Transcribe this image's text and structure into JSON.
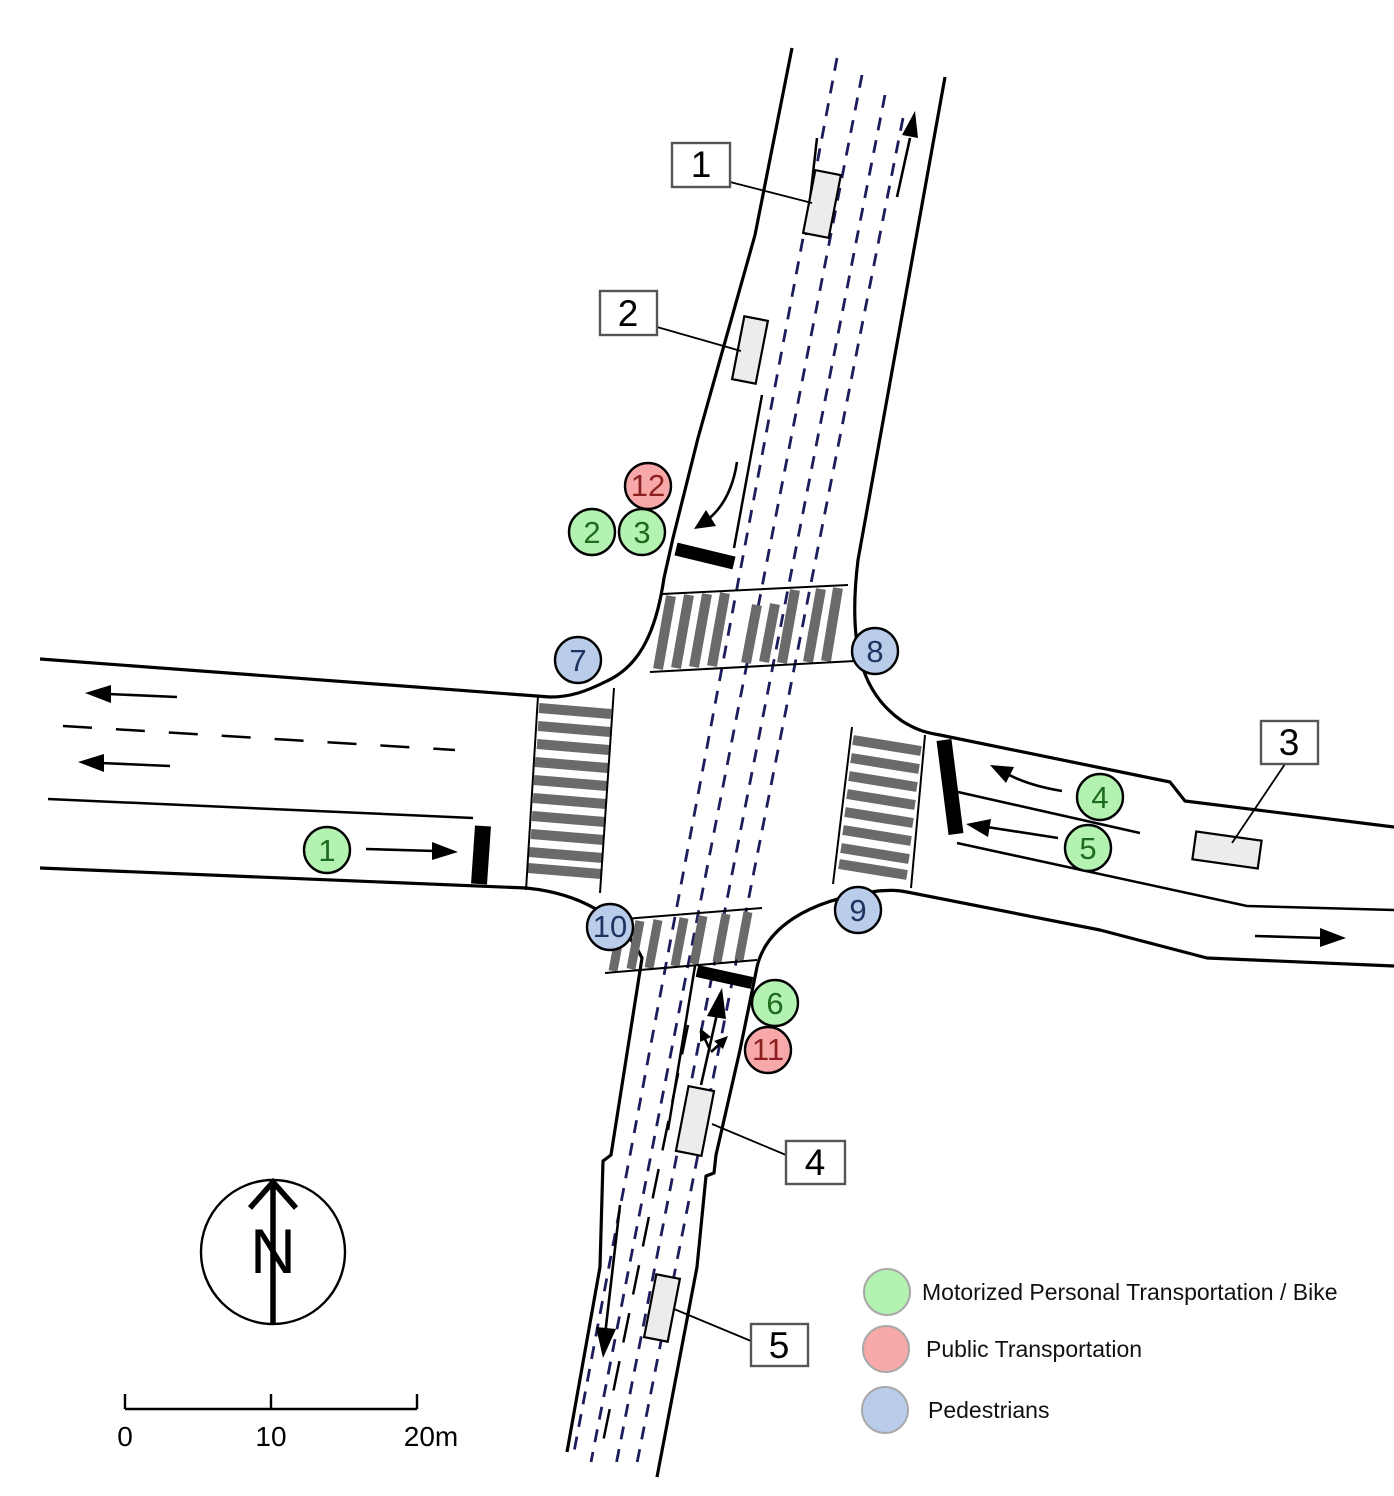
{
  "diagram": {
    "type": "intersection-measurement-site-map",
    "description": "Four-leg signalized intersection schematic with numbered sensor locations and numbered movement markers"
  },
  "palette": {
    "bike_fill": "#b4f2b1",
    "bike_text": "#1d6b1d",
    "transit_fill": "#f7a8a8",
    "transit_text": "#8c1f1f",
    "ped_fill": "#b9cdea",
    "ped_text": "#1d3461",
    "transit_lane_dash": "#1d1d5c",
    "crosswalk_stripe": "#6a6a6a",
    "detector_fill": "#ececec",
    "callout_border": "#555555"
  },
  "markers": {
    "circles": [
      {
        "label": "1",
        "category": "bike"
      },
      {
        "label": "2",
        "category": "bike"
      },
      {
        "label": "3",
        "category": "bike"
      },
      {
        "label": "4",
        "category": "bike"
      },
      {
        "label": "5",
        "category": "bike"
      },
      {
        "label": "6",
        "category": "bike"
      },
      {
        "label": "7",
        "category": "ped"
      },
      {
        "label": "8",
        "category": "ped"
      },
      {
        "label": "9",
        "category": "ped"
      },
      {
        "label": "10",
        "category": "ped"
      },
      {
        "label": "11",
        "category": "transit"
      },
      {
        "label": "12",
        "category": "transit"
      }
    ]
  },
  "callouts": [
    {
      "label": "1"
    },
    {
      "label": "2"
    },
    {
      "label": "3"
    },
    {
      "label": "4"
    },
    {
      "label": "5"
    }
  ],
  "legend": {
    "items": [
      {
        "label": "Motorized Personal Transportation / Bike",
        "color": "#b4f2b1"
      },
      {
        "label": "Public Transportation",
        "color": "#f7a8a8"
      },
      {
        "label": "Pedestrians",
        "color": "#b9cdea"
      }
    ]
  },
  "compass": {
    "label": "N"
  },
  "scale_bar": {
    "ticks": [
      "0",
      "10",
      "20m"
    ]
  }
}
